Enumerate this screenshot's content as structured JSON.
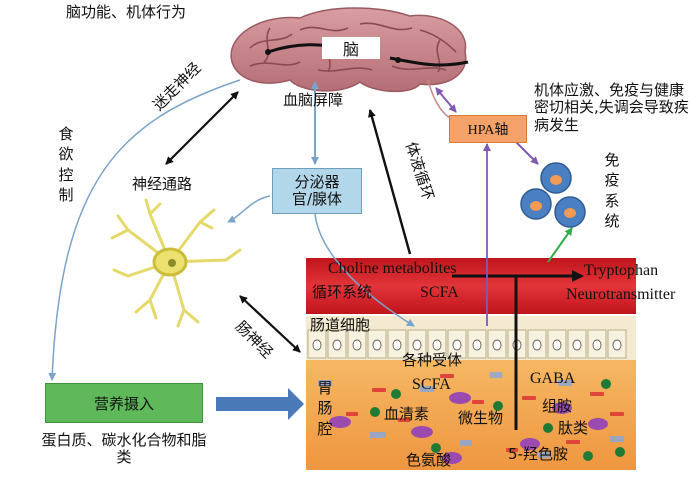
{
  "labels": {
    "brain_function": "脑功能、机体行为",
    "brain": "脑",
    "bbb": "血脑屏障",
    "vagus": "迷走神经",
    "appetite": "食欲控制",
    "neural_pathway": "神经通路",
    "endocrine": "分泌器官/腺体",
    "humoral": "体液循环",
    "hpa": "HPA轴",
    "stress_note": "机体应激、免疫与健康密切相关,失调会导致疾病发生",
    "immune_system": "免疫系统",
    "choline": "Choline metabolites",
    "circulation": "循环系统",
    "scfa_top": "SCFA",
    "tryptophan": "Tryptophan",
    "neurotransmitter": "Neurotransmitter",
    "enteric": "肠神经",
    "intestinal_cells": "肠道细胞",
    "receptors": "各种受体",
    "scfa_gut": "SCFA",
    "gaba": "GABA",
    "gi_tract": "胃肠腔",
    "serum": "血清素",
    "microbes": "微生物",
    "histamine": "组胺",
    "peptides": "肽类",
    "tryptophan_cn": "色氨酸",
    "serotonin": "5-羟色胺",
    "nutrition": "营养摄入",
    "nutrients": "蛋白质、碳水化合物和脂类"
  },
  "colors": {
    "brain": "#c9868c",
    "blood_band": "#d8262c",
    "lumen": "#f4a64a",
    "immune_cell": "#4a7fc1",
    "endocrine": "#b3d7ea",
    "hpa": "#f4a26a",
    "nutrition": "#5fb85a"
  }
}
